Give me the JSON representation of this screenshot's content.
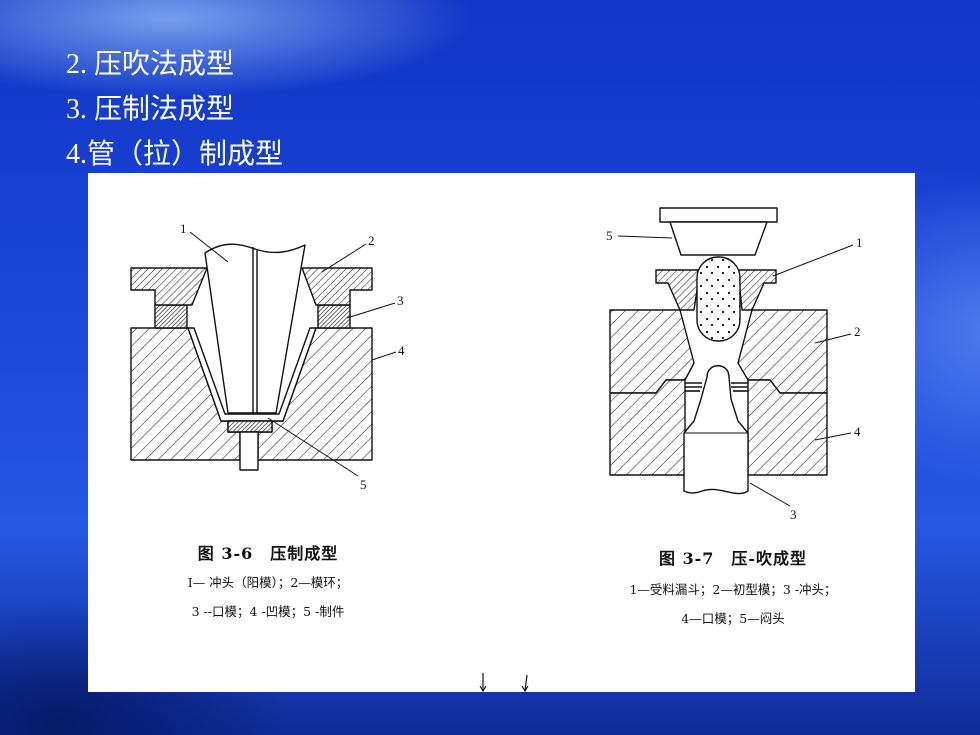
{
  "slide": {
    "bullets": [
      "2. 压吹法成型",
      "3. 压制法成型",
      "4.管（拉）制成型"
    ]
  },
  "figure_left": {
    "title": "图 3-6　压制成型",
    "legend_line1": "I— 冲头（阳模）；2—模环；",
    "legend_line2": "3 --口模；4 -凹模；5 -制件",
    "labels": [
      "1",
      "2",
      "3",
      "4",
      "5"
    ]
  },
  "figure_right": {
    "title": "图 3-7　压-吹成型",
    "legend_line1": "1—受料漏斗；2—初型模；3 -冲头；",
    "legend_line2": "4—口模；5—闷头",
    "labels": [
      "5",
      "1",
      "2",
      "4",
      "3"
    ]
  },
  "colors": {
    "background_blue": "#1b46d6",
    "text": "#ffffff",
    "panel": "#ffffff",
    "ink": "#111111"
  }
}
